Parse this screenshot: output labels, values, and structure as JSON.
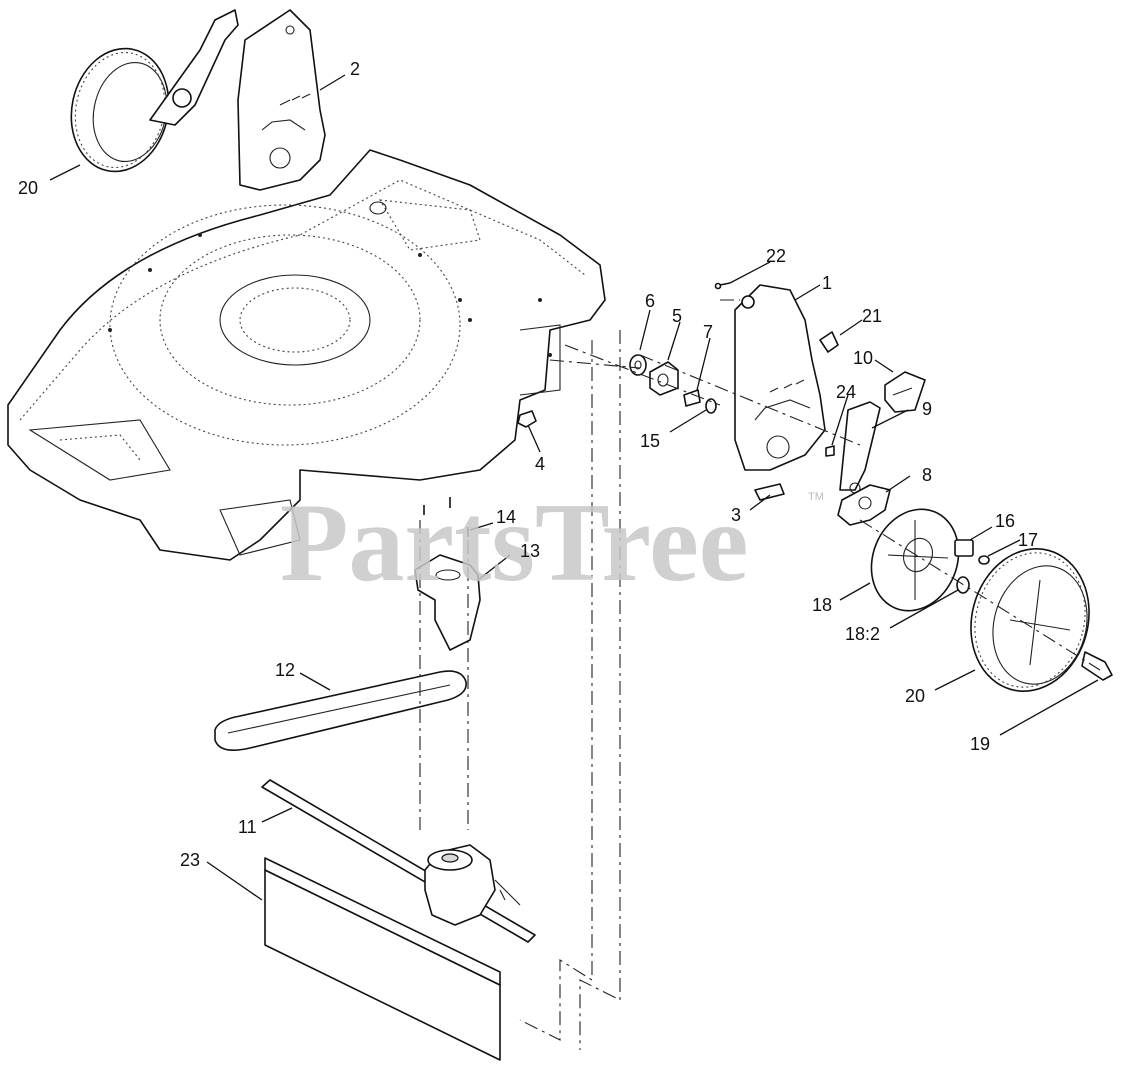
{
  "watermark": {
    "text": "PartsTree",
    "trademark": "TM"
  },
  "callouts": [
    {
      "id": "c-20-top",
      "label": "20"
    },
    {
      "id": "c-2",
      "label": "2"
    },
    {
      "id": "c-22",
      "label": "22"
    },
    {
      "id": "c-1",
      "label": "1"
    },
    {
      "id": "c-21",
      "label": "21"
    },
    {
      "id": "c-10",
      "label": "10"
    },
    {
      "id": "c-6",
      "label": "6"
    },
    {
      "id": "c-5",
      "label": "5"
    },
    {
      "id": "c-7",
      "label": "7"
    },
    {
      "id": "c-24",
      "label": "24"
    },
    {
      "id": "c-9",
      "label": "9"
    },
    {
      "id": "c-15",
      "label": "15"
    },
    {
      "id": "c-4",
      "label": "4"
    },
    {
      "id": "c-8",
      "label": "8"
    },
    {
      "id": "c-3",
      "label": "3"
    },
    {
      "id": "c-14",
      "label": "14"
    },
    {
      "id": "c-16",
      "label": "16"
    },
    {
      "id": "c-17",
      "label": "17"
    },
    {
      "id": "c-13",
      "label": "13"
    },
    {
      "id": "c-18",
      "label": "18"
    },
    {
      "id": "c-18-2",
      "label": "18:2"
    },
    {
      "id": "c-12",
      "label": "12"
    },
    {
      "id": "c-20-right",
      "label": "20"
    },
    {
      "id": "c-19",
      "label": "19"
    },
    {
      "id": "c-11",
      "label": "11"
    },
    {
      "id": "c-23",
      "label": "23"
    }
  ]
}
